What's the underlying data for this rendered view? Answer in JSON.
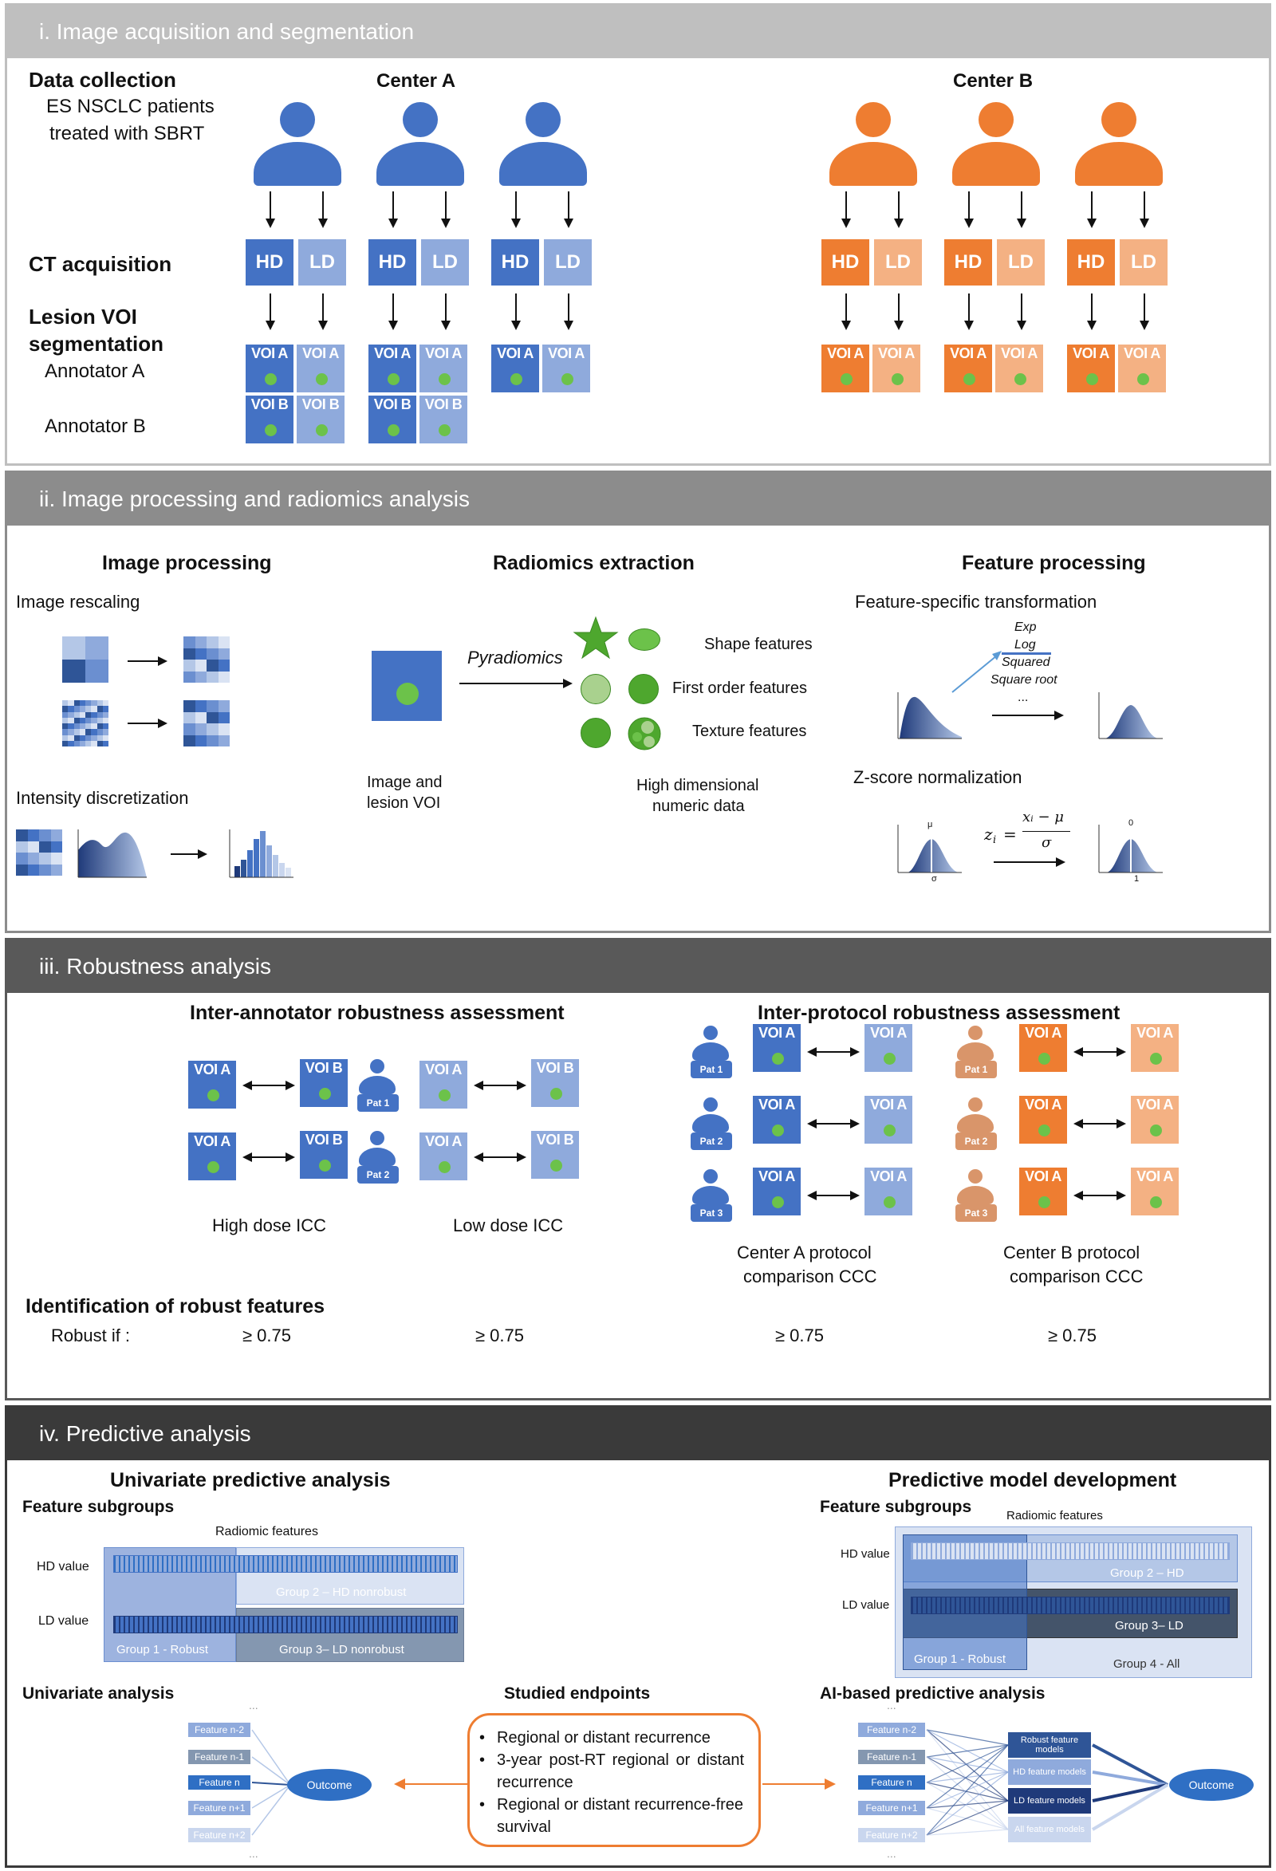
{
  "sec1": {
    "title": "i. Image acquisition and segmentation",
    "data_collection": "Data collection",
    "patients": [
      "ES NSCLC patients",
      "treated with SBRT"
    ],
    "center_a": "Center A",
    "center_b": "Center B",
    "ct_acquisition": "CT acquisition",
    "lesion_voi": [
      "Lesion VOI",
      "segmentation"
    ],
    "annotator_a": "Annotator A",
    "annotator_b": "Annotator B",
    "hd": "HD",
    "ld": "LD",
    "voi_a": "VOI A",
    "voi_b": "VOI B"
  },
  "sec2": {
    "title": "ii. Image processing and radiomics analysis",
    "image_processing": "Image processing",
    "image_rescaling": "Image rescaling",
    "intensity_discretization": "Intensity discretization",
    "radiomics_extraction": "Radiomics extraction",
    "pyradiomics": "Pyradiomics",
    "image_lesion": [
      "Image and",
      "lesion VOI"
    ],
    "shape": "Shape features",
    "first_order": "First order features",
    "texture": "Texture features",
    "high_dim": [
      "High dimensional",
      "numeric data"
    ],
    "feature_processing": "Feature processing",
    "feature_transform": "Feature-specific transformation",
    "transforms": [
      "Exp",
      "Log",
      "Squared",
      "Square root",
      "..."
    ],
    "zscore": "Z-score normalization",
    "mu": "μ",
    "sigma": "σ",
    "zero": "0",
    "one": "1",
    "formula_z": "z",
    "formula_i": "i",
    "formula_eq": "=",
    "formula_num": "xᵢ − μ",
    "formula_den": "σ"
  },
  "sec3": {
    "title": "iii. Robustness analysis",
    "inter_annotator": "Inter-annotator robustness assessment",
    "inter_protocol": "Inter-protocol robustness assessment",
    "high_dose_icc": "High dose ICC",
    "low_dose_icc": "Low dose ICC",
    "center_a_protocol": [
      "Center A protocol",
      "comparison CCC"
    ],
    "center_b_protocol": [
      "Center B protocol",
      "comparison CCC"
    ],
    "pat1": "Pat 1",
    "pat2": "Pat 2",
    "pat3": "Pat 3",
    "identification": "Identification of robust features",
    "robust_if": "Robust if :",
    "thresholds": [
      "≥ 0.75",
      "≥ 0.75",
      "≥ 0.75",
      "≥ 0.75"
    ]
  },
  "sec4": {
    "title": "iv. Predictive analysis",
    "univariate_predictive": "Univariate predictive analysis",
    "feature_subgroups": "Feature subgroups",
    "radiomic_features": "Radiomic features",
    "hd_value": "HD value",
    "ld_value": "LD value",
    "group1": "Group 1 - Robust",
    "group2": "Group 2 – HD nonrobust",
    "group3": "Group 3– LD nonrobust",
    "univariate_analysis": "Univariate analysis",
    "features": [
      "Feature n-2",
      "Feature n-1",
      "Feature n",
      "Feature n+1",
      "Feature n+2"
    ],
    "dots": "...",
    "outcome": "Outcome",
    "studied_endpoints": "Studied endpoints",
    "endpoints": [
      "Regional or distant recurrence",
      "3-year post-RT regional or distant recurrence",
      "Regional or distant recurrence-free survival"
    ],
    "predictive_model": "Predictive model development",
    "feature_subgroups_r": "Feature subgroups",
    "radiomic_features_r": "Radiomic features",
    "hd_value_r": "HD value",
    "ld_value_r": "LD value",
    "group1_r": "Group 1 - Robust",
    "group2_r": "Group 2 – HD",
    "group3_r": "Group 3– LD",
    "group4_r": "Group 4 - All",
    "ai_analysis": "AI-based predictive analysis",
    "models": [
      "Robust feature models",
      "HD feature models",
      "LD feature models",
      "All feature models"
    ]
  },
  "colors": {
    "blue": "#4472c4",
    "light_blue": "#8faadc",
    "orange": "#ee7d31",
    "light_orange": "#f4b183",
    "green": "#6cc24a"
  }
}
